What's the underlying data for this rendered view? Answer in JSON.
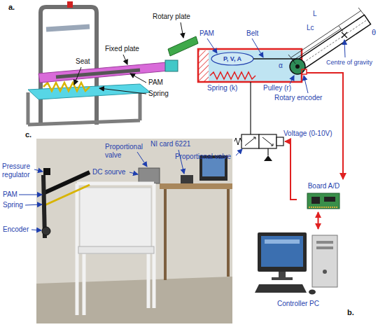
{
  "diagram": {
    "nodes": [
      {
        "text": [
          "Board A/D"
        ]
      },
      {
        "text": [
          "Controller PC"
        ]
      }
    ],
    "edges": [
      {
        "from": 0,
        "to": 1,
        "arrow": "both"
      }
    ],
    "labels": [
      "a.",
      "Rotary plate",
      "Fixed plate",
      "Seat",
      "PAM",
      "Spring",
      "PAM",
      "Belt",
      "P, V, A",
      "L",
      "Lc",
      "θ",
      "Centre of gravity",
      "α",
      "Pulley (r)",
      "Rotary encoder",
      "Spring (k)",
      "Voltage (0-10V)",
      "Proportional valve",
      "b.",
      "c.",
      "NI card 6221",
      "Proportional valve",
      "DC sourve",
      "Pressure regulator",
      "PAM",
      "Spring",
      "Encoder"
    ]
  }
}
